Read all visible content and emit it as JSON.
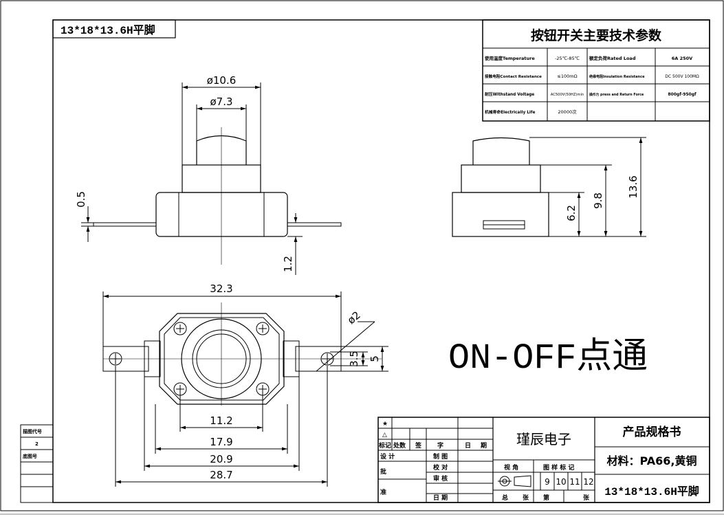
{
  "title_block_top_left": "13*18*13.6H平脚",
  "spec": {
    "title": "按钮开关主要技术参数",
    "rows": [
      {
        "k1": "使用温度Temperature",
        "v1": "-25℃-85℃",
        "k2": "额定负荷Rated Load",
        "v2": "6A 250V"
      },
      {
        "k1": "接触电阻Contact Resistance",
        "v1": "≤100mΩ",
        "k2": "绝缘电阻Insulation Resistance",
        "v2": "DC 500V  100MΩ"
      },
      {
        "k1": "耐压Withstand Voltage",
        "v1": "AC500V(50HZ)min",
        "k2": "操作力 press and Return Force",
        "v2": "800gf-950gf"
      },
      {
        "k1": "机械寿命Electrically Life",
        "v1": "20000次",
        "k2": "",
        "v2": ""
      }
    ]
  },
  "dims": {
    "d10_6": "ø10.6",
    "d7_3": "ø7.3",
    "d0_5": "0.5",
    "d1_2": "1.2",
    "d6_2": "6.2",
    "d9_8": "9.8",
    "d13_6": "13.6",
    "d32_3": "32.3",
    "dphi2": "ø2",
    "d3_5": "3.5",
    "d5": "5",
    "d11_2": "11.2",
    "d17_9": "17.9",
    "d20_9": "20.9",
    "d28_7": "28.7"
  },
  "big_label": "ON-OFF点通",
  "left_block": {
    "r1": "描图代号",
    "r2": "2",
    "r3": "底图号"
  },
  "title_block": {
    "star": "★",
    "tri": "△",
    "hdr": [
      "标记",
      "处数",
      "签",
      "字",
      "日",
      "期"
    ],
    "design": "设 计",
    "draw": "制 图",
    "check": "校 对",
    "approve1": "批",
    "approve2": "准",
    "audit": "审 核",
    "date": "日 期",
    "company": "瑾辰电子",
    "view": "视 角",
    "drawing_mark": "图 样 标 记",
    "nums": [
      "9",
      "10",
      "11",
      "12"
    ],
    "total": "总",
    "sheets": "张",
    "no": "第",
    "sheet": "张",
    "doc_title": "产品规格书",
    "material": "材料：PA66,黄铜",
    "model": "13*18*13.6H平脚"
  }
}
